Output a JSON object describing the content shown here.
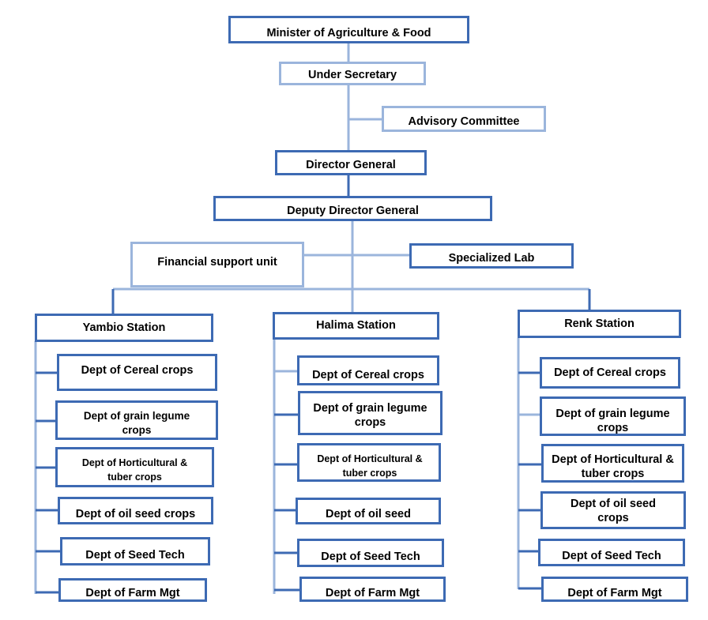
{
  "org": {
    "minister": "Minister of Agriculture & Food",
    "under_secretary": "Under Secretary",
    "advisory": "Advisory Committee",
    "director_general": "Director General",
    "deputy_dg": "Deputy Director General",
    "financial": "Financial support unit",
    "lab": "Specialized Lab"
  },
  "stations": {
    "yambio": {
      "name": "Yambio Station",
      "depts": [
        "Dept of Cereal crops",
        "Dept of grain legume crops",
        "Dept of Horticultural & tuber crops",
        "Dept of oil seed crops",
        "Dept of Seed Tech",
        "Dept of Farm Mgt"
      ]
    },
    "halima": {
      "name": "Halima Station",
      "depts": [
        "Dept of Cereal crops",
        "Dept of grain legume crops",
        "Dept of Horticultural & tuber crops",
        "Dept of oil seed",
        "Dept of Seed Tech",
        "Dept of Farm Mgt"
      ]
    },
    "renk": {
      "name": "Renk Station",
      "depts": [
        "Dept of Cereal crops",
        "Dept of grain legume crops",
        "Dept of Horticultural & tuber crops",
        "Dept of oil seed crops",
        "Dept of Seed Tech",
        "Dept of Farm Mgt"
      ]
    }
  }
}
